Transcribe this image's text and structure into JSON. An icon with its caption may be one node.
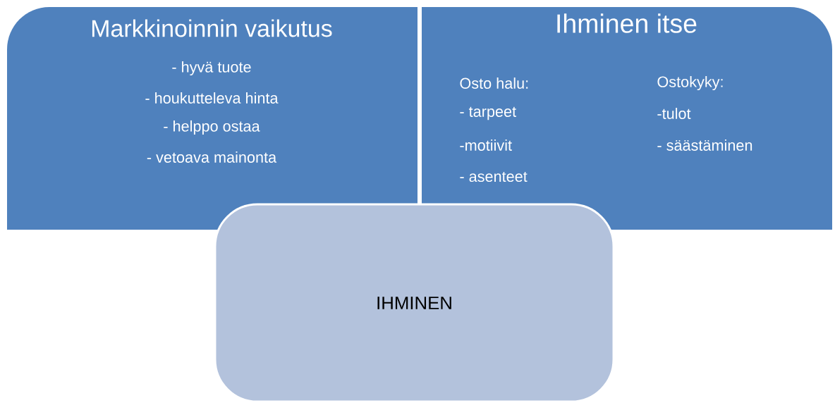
{
  "diagram": {
    "nodes": [
      {
        "text": [
          "Markkinoinnin vaikutus",
          "- hyvä tuote",
          "- houkutteleva hinta",
          "- helppo ostaa",
          "- vetoava mainonta"
        ]
      },
      {
        "text": [
          "Ihminen itse",
          "Osto halu:",
          "- tarpeet",
          "-motiivit",
          "- asenteet",
          "Ostokyky:",
          "-tulot",
          "- säästäminen"
        ]
      },
      {
        "text": [
          "IHMINEN"
        ]
      }
    ]
  }
}
